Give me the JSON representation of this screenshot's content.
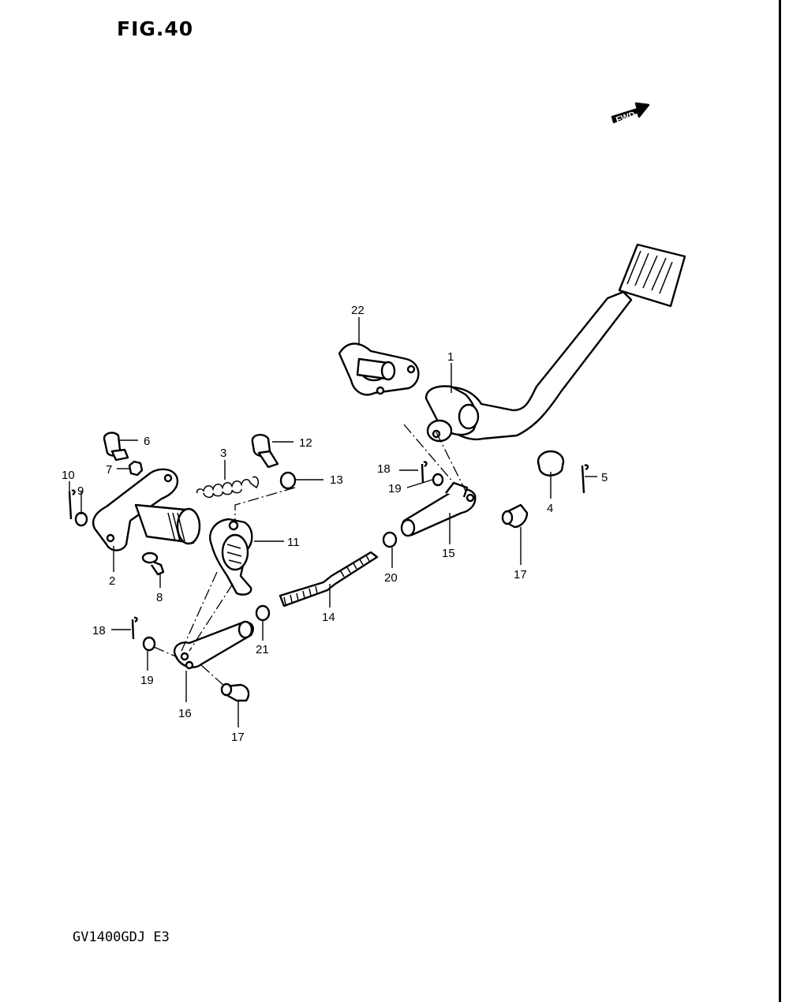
{
  "figure": {
    "title": "FIG.40",
    "model": "GV1400GDJ E3",
    "fwd_label": "FWD"
  },
  "parts": [
    {
      "id": "1",
      "label": "1"
    },
    {
      "id": "2",
      "label": "2"
    },
    {
      "id": "3",
      "label": "3"
    },
    {
      "id": "4",
      "label": "4"
    },
    {
      "id": "5",
      "label": "5"
    },
    {
      "id": "6",
      "label": "6"
    },
    {
      "id": "7",
      "label": "7"
    },
    {
      "id": "8",
      "label": "8"
    },
    {
      "id": "9",
      "label": "9"
    },
    {
      "id": "10",
      "label": "10"
    },
    {
      "id": "11",
      "label": "11"
    },
    {
      "id": "12",
      "label": "12"
    },
    {
      "id": "13",
      "label": "13"
    },
    {
      "id": "14",
      "label": "14"
    },
    {
      "id": "15",
      "label": "15"
    },
    {
      "id": "16",
      "label": "16"
    },
    {
      "id": "17a",
      "label": "17"
    },
    {
      "id": "17b",
      "label": "17"
    },
    {
      "id": "18a",
      "label": "18"
    },
    {
      "id": "18b",
      "label": "18"
    },
    {
      "id": "19a",
      "label": "19"
    },
    {
      "id": "19b",
      "label": "19"
    },
    {
      "id": "20",
      "label": "20"
    },
    {
      "id": "21",
      "label": "21"
    },
    {
      "id": "22",
      "label": "22"
    }
  ]
}
